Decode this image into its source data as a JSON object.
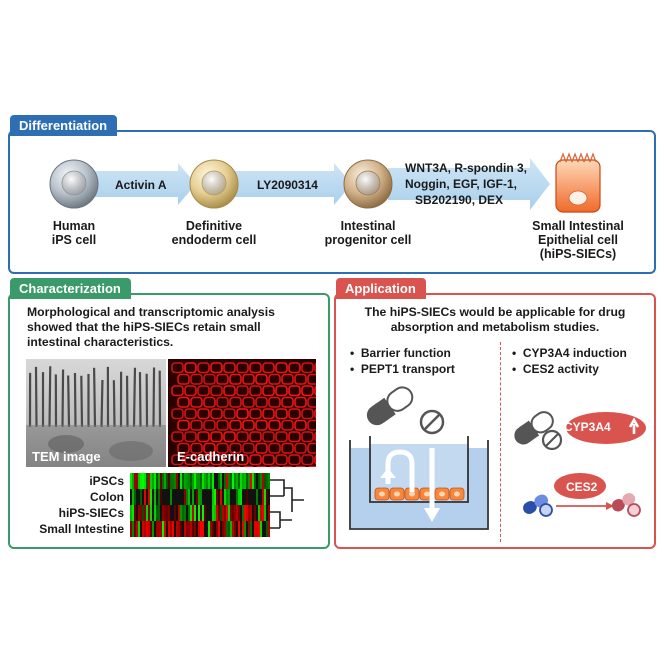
{
  "differentiation": {
    "tab": "Differentiation",
    "stages": [
      {
        "line1": "Human",
        "line2": "iPS cell",
        "line3": ""
      },
      {
        "line1": "Definitive",
        "line2": "endoderm cell",
        "line3": ""
      },
      {
        "line1": "Intestinal",
        "line2": "progenitor cell",
        "line3": ""
      },
      {
        "line1": "Small Intestinal",
        "line2": "Epithelial cell",
        "line3": "(hiPS-SIECs)"
      }
    ],
    "factors": {
      "step1": "Activin A",
      "step2": "LY2090314",
      "step3_l1": "WNT3A, R-spondin 3,",
      "step3_l2": "Noggin, EGF, IGF-1,",
      "step3_l3": "SB202190, DEX"
    }
  },
  "characterization": {
    "tab": "Characterization",
    "desc_l1": "Morphological and transcriptomic analysis",
    "desc_l2": "showed that the hiPS-SIECs retain small",
    "desc_l3": "intestinal characteristics.",
    "tem_label": "TEM image",
    "cad_label": "E-cadherin",
    "heatmap_rows": [
      "iPSCs",
      "Colon",
      "hiPS-SIECs",
      "Small Intestine"
    ]
  },
  "application": {
    "tab": "Application",
    "desc_l1": "The hiPS-SIECs would be applicable for drug",
    "desc_l2": "absorption and metabolism studies.",
    "left_bullets": [
      "Barrier function",
      "PEPT1 transport"
    ],
    "right_bullets": [
      "CYP3A4 induction",
      "CES2 activity"
    ],
    "bullet_glyph": "•",
    "cyp_label": "CYP3A4",
    "ces_label": "CES2"
  },
  "colors": {
    "blue": "#2e6fb3",
    "green": "#3a9a6a",
    "red": "#d9534f"
  }
}
